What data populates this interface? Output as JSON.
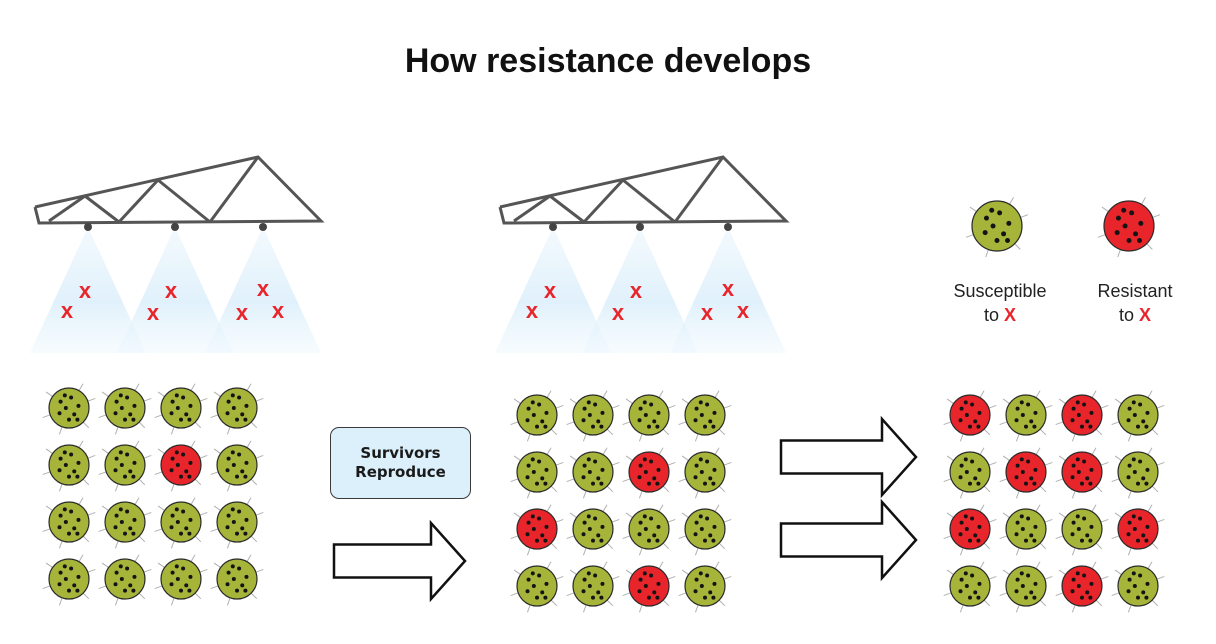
{
  "title": "How resistance develops",
  "callout": {
    "line1": "Survivors",
    "line2": "Reproduce"
  },
  "legend": {
    "susceptible": {
      "line1": "Susceptible",
      "line2": "to",
      "mark": "X"
    },
    "resistant": {
      "line1": "Resistant",
      "line2": "to",
      "mark": "X"
    }
  },
  "spray_mark": "x",
  "colors": {
    "susceptible": "#a6b53a",
    "resistant": "#e8252b",
    "spray": "#dff0fb",
    "mark": "#e8252b",
    "boom": "#555555"
  },
  "populations": [
    {
      "name": "generation-1",
      "resistant": [
        [
          1,
          2
        ]
      ]
    },
    {
      "name": "generation-2",
      "resistant": [
        [
          1,
          2
        ],
        [
          2,
          0
        ],
        [
          3,
          2
        ]
      ]
    },
    {
      "name": "generation-3",
      "resistant": [
        [
          0,
          0
        ],
        [
          0,
          2
        ],
        [
          1,
          1
        ],
        [
          1,
          2
        ],
        [
          2,
          0
        ],
        [
          2,
          3
        ],
        [
          3,
          2
        ]
      ]
    }
  ]
}
